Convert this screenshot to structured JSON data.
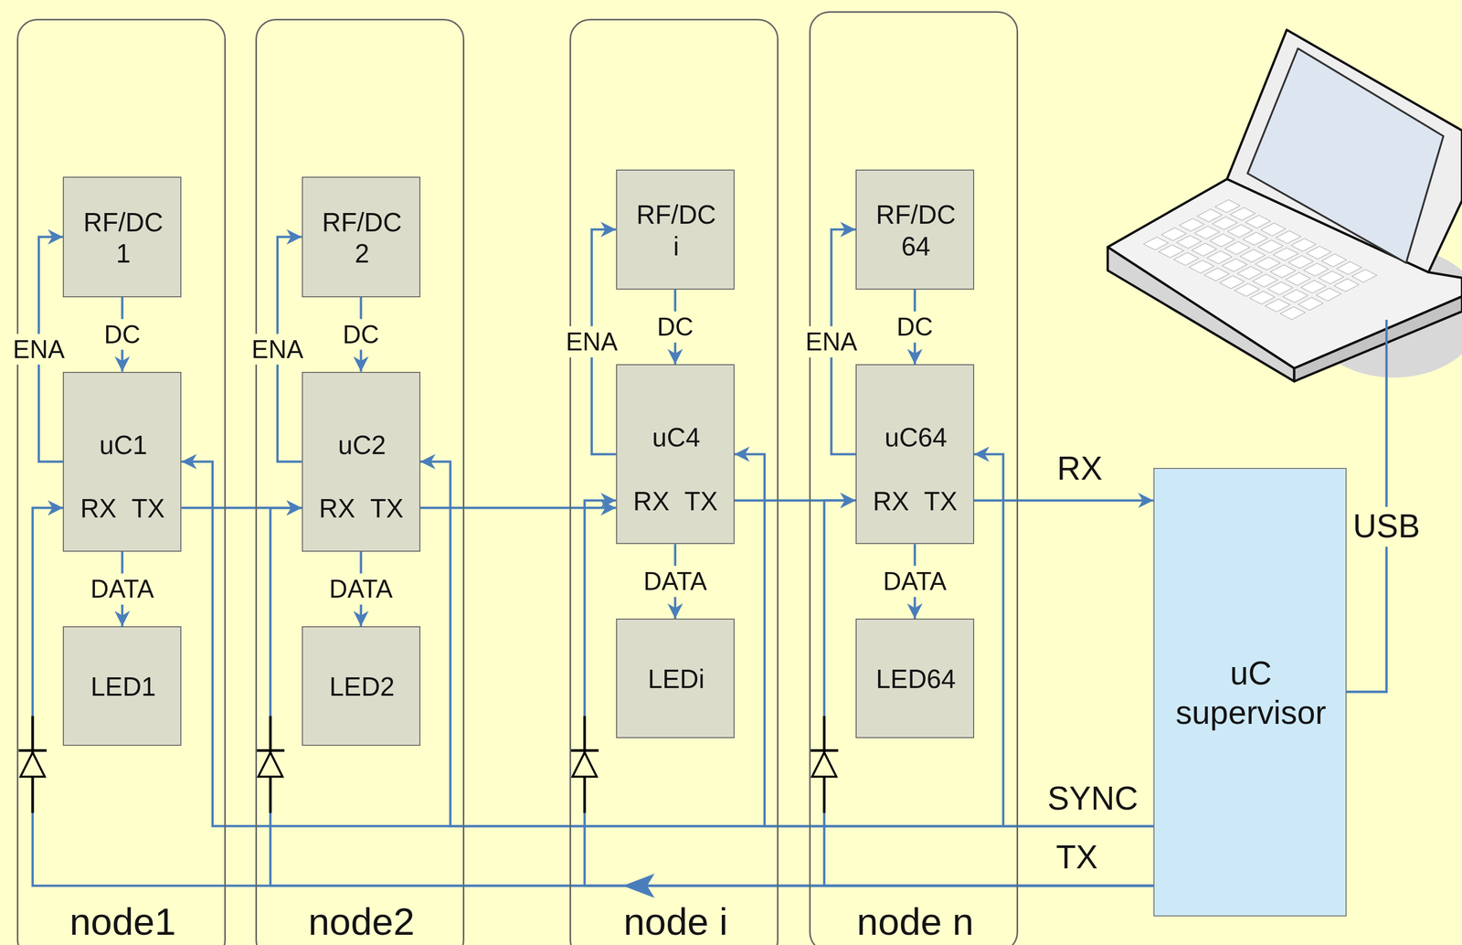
{
  "diagram": {
    "nodes": [
      {
        "text": [
          "node1"
        ]
      },
      {
        "text": [
          "RF/DC 1"
        ],
        "in": 0
      },
      {
        "text": [
          "uC1",
          "RX",
          "TX"
        ],
        "in": 0
      },
      {
        "text": [
          "LED1"
        ],
        "in": 0
      },
      {
        "text": [
          "node2"
        ]
      },
      {
        "text": [
          "RF/DC 2"
        ],
        "in": 4
      },
      {
        "text": [
          "uC2",
          "RX",
          "TX"
        ],
        "in": 4
      },
      {
        "text": [
          "LED2"
        ],
        "in": 4
      },
      {
        "text": [
          "node i"
        ]
      },
      {
        "text": [
          "RF/DC i"
        ],
        "in": 8
      },
      {
        "text": [
          "uC4",
          "RX",
          "TX"
        ],
        "in": 8
      },
      {
        "text": [
          "LEDi"
        ],
        "in": 8
      },
      {
        "text": [
          "node n"
        ]
      },
      {
        "text": [
          "RF/DC 64"
        ],
        "in": 12
      },
      {
        "text": [
          "uC64",
          "RX",
          "TX"
        ],
        "in": 12
      },
      {
        "text": [
          "LED64"
        ],
        "in": 12
      },
      {
        "text": [
          "uC supervisor"
        ]
      }
    ],
    "edges": [
      {
        "from": 2,
        "to": 1,
        "arrow": "to",
        "label": "ENA"
      },
      {
        "from": 1,
        "to": 2,
        "arrow": "to",
        "label": "DC"
      },
      {
        "from": 2,
        "to": 3,
        "arrow": "to",
        "label": "DATA"
      },
      {
        "from": 6,
        "to": 5,
        "arrow": "to",
        "label": "ENA"
      },
      {
        "from": 5,
        "to": 6,
        "arrow": "to",
        "label": "DC"
      },
      {
        "from": 6,
        "to": 7,
        "arrow": "to",
        "label": "DATA"
      },
      {
        "from": 10,
        "to": 9,
        "arrow": "to",
        "label": "ENA"
      },
      {
        "from": 9,
        "to": 10,
        "arrow": "to",
        "label": "DC"
      },
      {
        "from": 10,
        "to": 11,
        "arrow": "to",
        "label": "DATA"
      },
      {
        "from": 14,
        "to": 13,
        "arrow": "to",
        "label": "ENA"
      },
      {
        "from": 13,
        "to": 14,
        "arrow": "to",
        "label": "DC"
      },
      {
        "from": 14,
        "to": 15,
        "arrow": "to",
        "label": "DATA"
      },
      {
        "from": 2,
        "to": 6,
        "arrow": "to"
      },
      {
        "from": 6,
        "to": 10,
        "arrow": "to"
      },
      {
        "from": 10,
        "to": 14,
        "arrow": "to"
      },
      {
        "from": 14,
        "to": 16,
        "arrow": "to",
        "label": "RX"
      },
      {
        "from": 16,
        "to": 2,
        "arrow": "to"
      },
      {
        "from": 16,
        "to": 6,
        "arrow": "to"
      },
      {
        "from": 16,
        "to": 10,
        "arrow": "to"
      },
      {
        "from": 16,
        "to": 14,
        "arrow": "to",
        "label": "SYNC"
      },
      {
        "from": 16,
        "to": 2,
        "arrow": "to"
      },
      {
        "from": 16,
        "to": 6,
        "arrow": "to"
      },
      {
        "from": 16,
        "to": 10,
        "arrow": "to"
      },
      {
        "from": 16,
        "to": 14,
        "arrow": "to",
        "label": "TX"
      }
    ],
    "labels": [
      "USB"
    ]
  }
}
